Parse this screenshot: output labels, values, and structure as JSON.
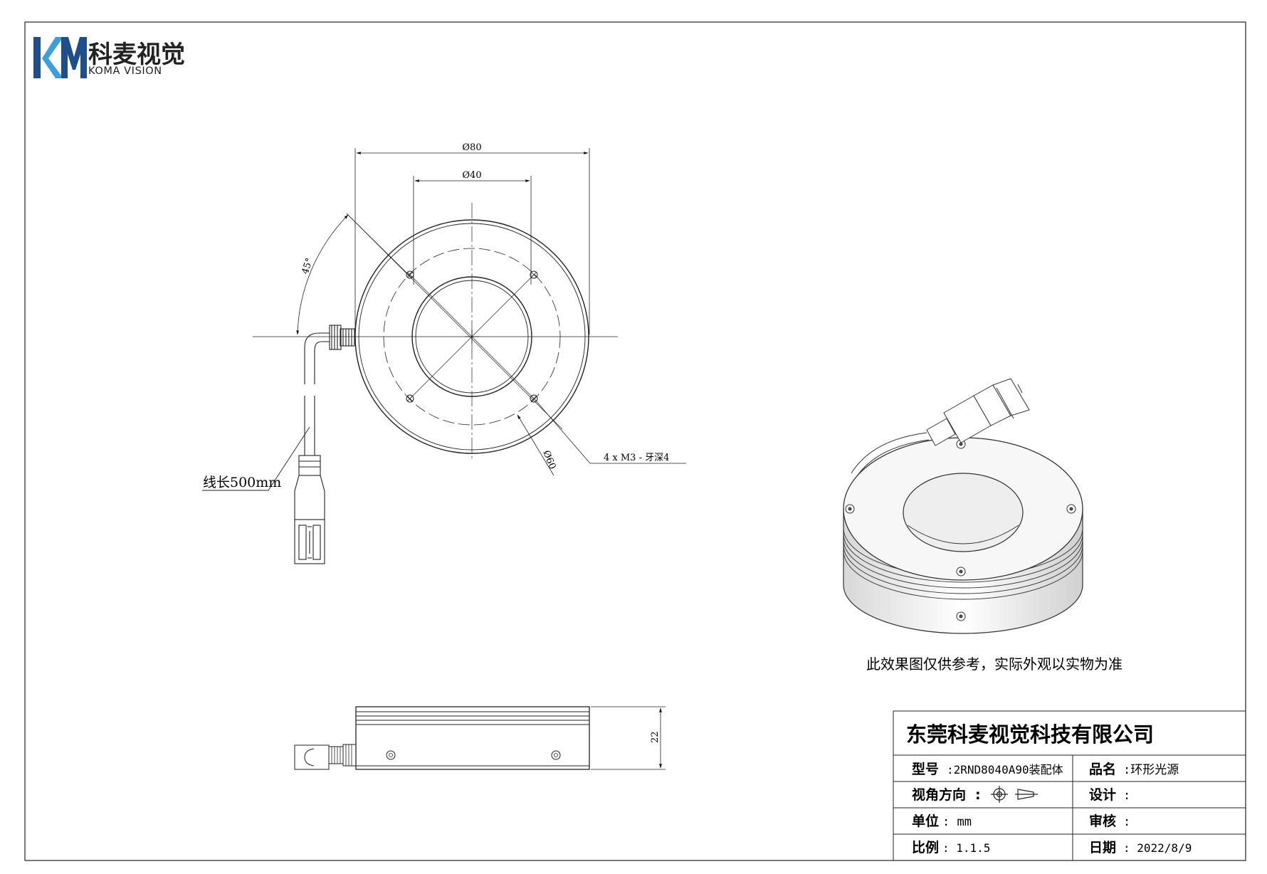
{
  "logo": {
    "mark": "KM",
    "name_cn": "科麦视觉",
    "name_en": "KOMA VISION",
    "colors": {
      "dark": "#1e4f8c",
      "light": "#3aa0dc"
    }
  },
  "front_view": {
    "outer_diameter": "Ø80",
    "inner_diameter": "Ø40",
    "angle": "45°",
    "bolt_circle": "Ø60",
    "holes": "4 x  M3 - 牙深4",
    "cable_length": "线长500mm"
  },
  "side_view": {
    "height": "22"
  },
  "render_note": "此效果图仅供参考，实际外观以实物为准",
  "title_block": {
    "company": "东莞科麦视觉科技有限公司",
    "model_label": "型号",
    "model_value": ":2RND8040A90装配体",
    "product_label": "品名",
    "product_value": ":环形光源",
    "view_label": "视角方向",
    "view_sep": ":",
    "designer_label": "设计",
    "designer_value": ":",
    "unit_label": "单位",
    "unit_value": ": mm",
    "reviewer_label": "审核",
    "reviewer_value": ":",
    "scale_label": "比例",
    "scale_value": ": 1.1.5",
    "date_label": "日期",
    "date_value": ": 2022/8/9"
  }
}
